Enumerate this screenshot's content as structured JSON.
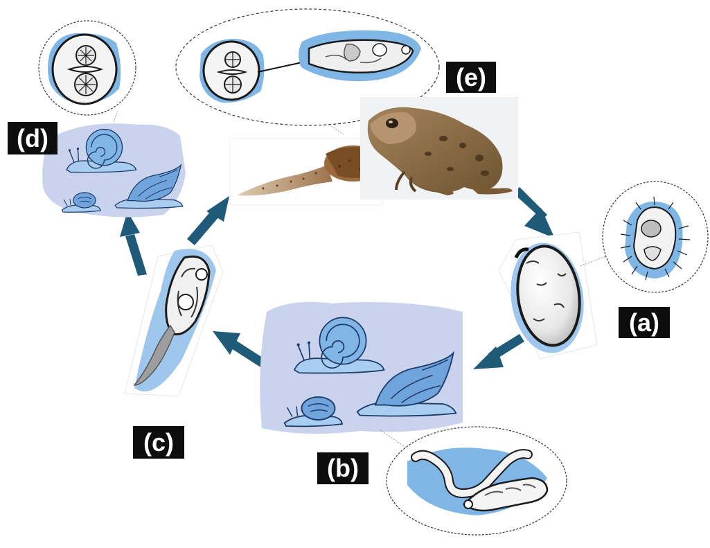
{
  "labels": {
    "a": "(a)",
    "b": "(b)",
    "c": "(c)",
    "d": "(d)",
    "e": "(e)"
  },
  "stages": [
    {
      "id": "a",
      "name": "egg"
    },
    {
      "id": "b",
      "name": "snail-host"
    },
    {
      "id": "c",
      "name": "cercaria"
    },
    {
      "id": "d",
      "name": "second-snail-host"
    },
    {
      "id": "e",
      "name": "frog"
    }
  ],
  "colors": {
    "arrow": "#1f5a78",
    "host_wash": "#c9d3ee",
    "organism_blue": "#7fb6e6",
    "organism_dark_blue": "#4e88c8",
    "frog_brown": "#8a6a3f",
    "tadpole_brown": "#9a6a3c",
    "label_bg": "#0d0d0d",
    "label_text": "#ffffff"
  }
}
